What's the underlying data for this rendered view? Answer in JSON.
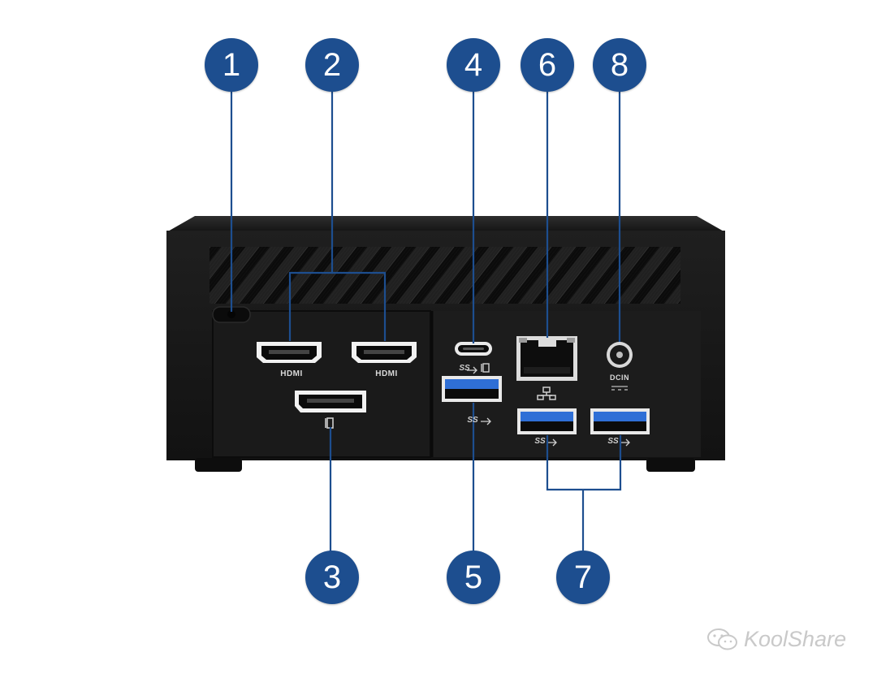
{
  "device": {
    "name": "mini-pc-rear-panel",
    "colors": {
      "chassis": "#1b1b1b",
      "callout": "#1d4e8f",
      "line": "#1d4e8f",
      "usb_blue": "#2f6fd6"
    }
  },
  "callouts": [
    {
      "id": "1",
      "label": "1"
    },
    {
      "id": "2",
      "label": "2"
    },
    {
      "id": "3",
      "label": "3"
    },
    {
      "id": "4",
      "label": "4"
    },
    {
      "id": "5",
      "label": "5"
    },
    {
      "id": "6",
      "label": "6"
    },
    {
      "id": "7",
      "label": "7"
    },
    {
      "id": "8",
      "label": "8"
    }
  ],
  "port_labels": {
    "hdmi_1": "HDMI",
    "hdmi_2": "HDMI",
    "dcin": "DCIN",
    "ss_usbc": "SS",
    "ss_usb_a1": "SS",
    "ss_usb_a2": "SS",
    "ss_usb_a3": "SS"
  },
  "icons": {
    "displayport": "displayport-icon",
    "lan": "network-icon",
    "usb": "usb-icon",
    "watermark": "wechat-icon"
  },
  "watermark": {
    "text": "KoolShare"
  }
}
